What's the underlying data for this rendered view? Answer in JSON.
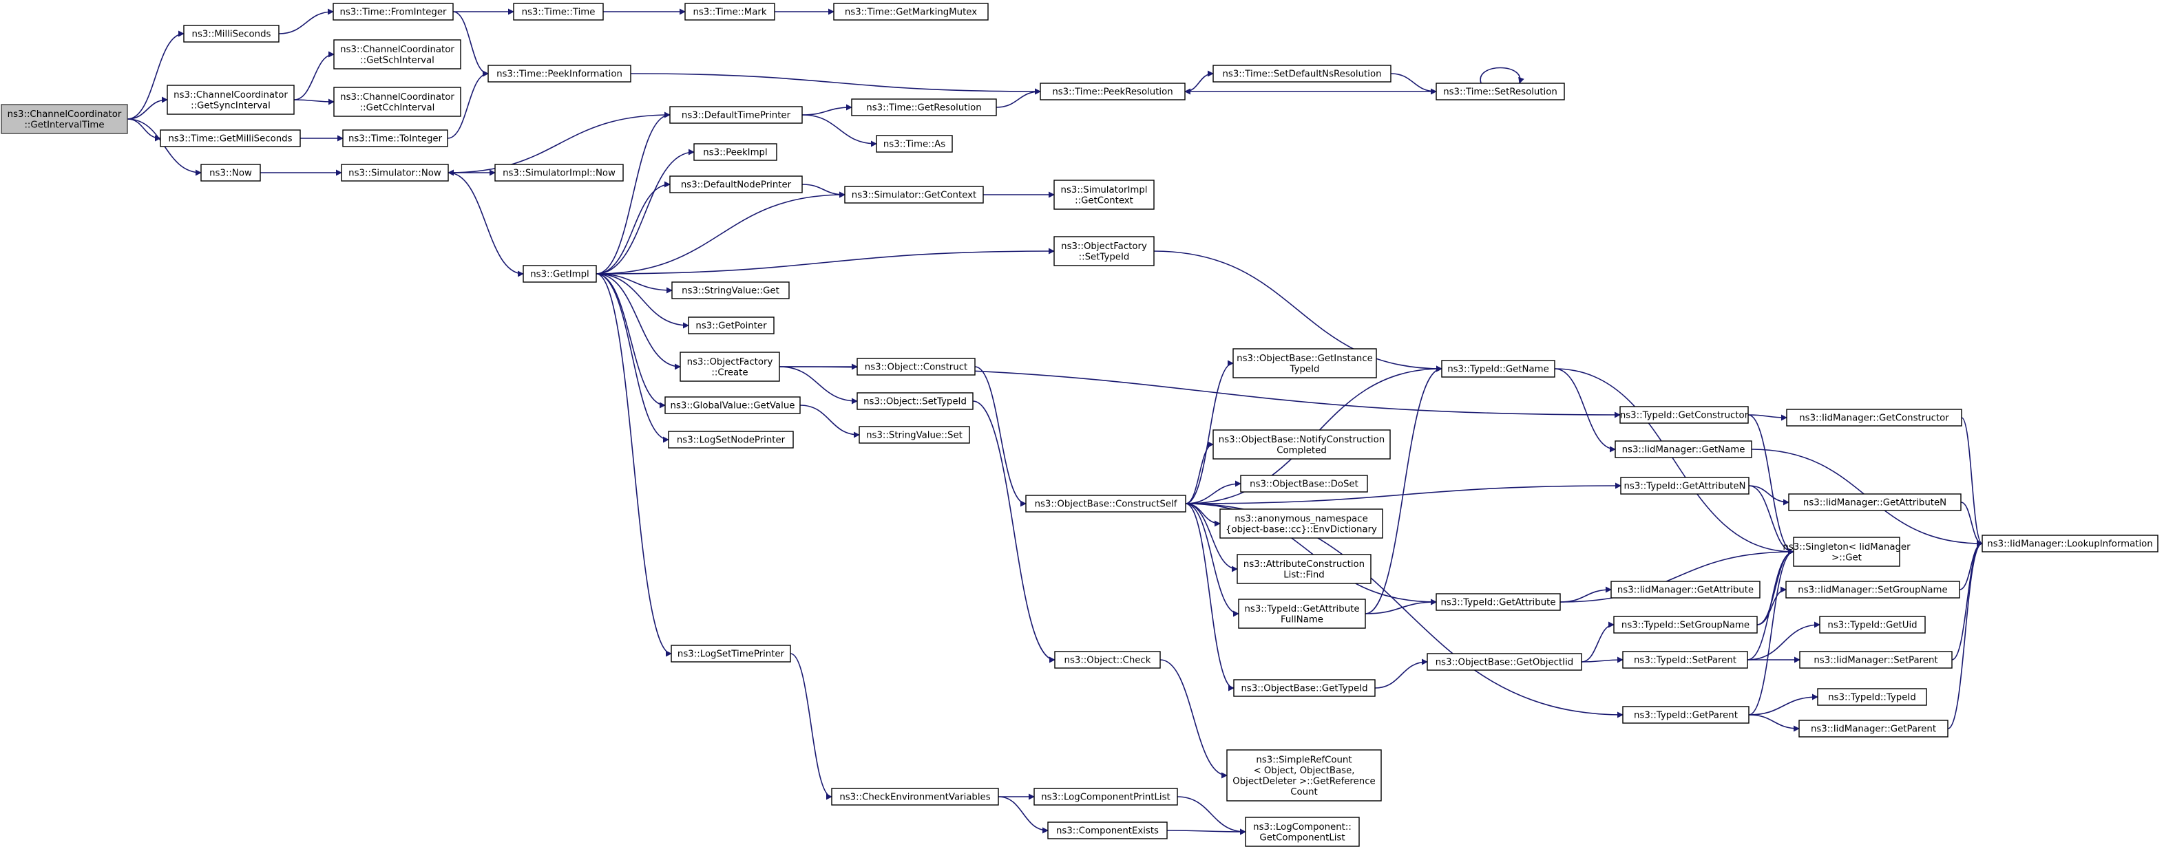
{
  "colors": {
    "edge": "#191970",
    "node_border": "#000000",
    "root_fill": "#c0c0c0",
    "node_fill": "#ffffff"
  },
  "nodes": {
    "root": [
      "ns3::ChannelCoordinator",
      "::GetIntervalTime"
    ],
    "milliSeconds": [
      "ns3::MilliSeconds"
    ],
    "getSyncInterval": [
      "ns3::ChannelCoordinator",
      "::GetSyncInterval"
    ],
    "timeGetMilliSeconds": [
      "ns3::Time::GetMilliSeconds"
    ],
    "now": [
      "ns3::Now"
    ],
    "fromInteger": [
      "ns3::Time::FromInteger"
    ],
    "getSchInterval": [
      "ns3::ChannelCoordinator",
      "::GetSchInterval"
    ],
    "getCchInterval": [
      "ns3::ChannelCoordinator",
      "::GetCchInterval"
    ],
    "toInteger": [
      "ns3::Time::ToInteger"
    ],
    "simulatorNow": [
      "ns3::Simulator::Now"
    ],
    "timeTime": [
      "ns3::Time::Time"
    ],
    "peekInformation": [
      "ns3::Time::PeekInformation"
    ],
    "simulatorImplNow": [
      "ns3::SimulatorImpl::Now"
    ],
    "getImpl": [
      "ns3::GetImpl"
    ],
    "timeMark": [
      "ns3::Time::Mark"
    ],
    "getMarkingMutex": [
      "ns3::Time::GetMarkingMutex"
    ],
    "defaultTimePrinter": [
      "ns3::DefaultTimePrinter"
    ],
    "peekImpl": [
      "ns3::PeekImpl"
    ],
    "defaultNodePrinter": [
      "ns3::DefaultNodePrinter"
    ],
    "stringValueGet": [
      "ns3::StringValue::Get"
    ],
    "getPointer": [
      "ns3::GetPointer"
    ],
    "objectFactoryCreate": [
      "ns3::ObjectFactory",
      "::Create"
    ],
    "globalValueGetValue": [
      "ns3::GlobalValue::GetValue"
    ],
    "logSetNodePrinter": [
      "ns3::LogSetNodePrinter"
    ],
    "logSetTimePrinter": [
      "ns3::LogSetTimePrinter"
    ],
    "timeGetResolution": [
      "ns3::Time::GetResolution"
    ],
    "timeAs": [
      "ns3::Time::As"
    ],
    "simulatorGetContext": [
      "ns3::Simulator::GetContext"
    ],
    "objectConstruct": [
      "ns3::Object::Construct"
    ],
    "objectSetTypeId": [
      "ns3::Object::SetTypeId"
    ],
    "stringValueSet": [
      "ns3::StringValue::Set"
    ],
    "checkEnvironmentVariables": [
      "ns3::CheckEnvironmentVariables"
    ],
    "peekResolution": [
      "ns3::Time::PeekResolution"
    ],
    "simulatorImplGetContext": [
      "ns3::SimulatorImpl",
      "::GetContext"
    ],
    "objectFactorySetTypeId": [
      "ns3::ObjectFactory",
      "::SetTypeId"
    ],
    "constructSelf": [
      "ns3::ObjectBase::ConstructSelf"
    ],
    "objectCheck": [
      "ns3::Object::Check"
    ],
    "logComponentPrintList": [
      "ns3::LogComponentPrintList"
    ],
    "componentExists": [
      "ns3::ComponentExists"
    ],
    "setDefaultNsResolution": [
      "ns3::Time::SetDefaultNsResolution"
    ],
    "setResolution": [
      "ns3::Time::SetResolution"
    ],
    "getInstanceTypeId": [
      "ns3::ObjectBase::GetInstance",
      "TypeId"
    ],
    "notifyConstructionCompleted": [
      "ns3::ObjectBase::NotifyConstruction",
      "Completed"
    ],
    "doSet": [
      "ns3::ObjectBase::DoSet"
    ],
    "envDictionary": [
      "ns3::anonymous_namespace",
      "{object-base::cc}::EnvDictionary"
    ],
    "attributeConstructionListFind": [
      "ns3::AttributeConstruction",
      "List::Find"
    ],
    "getAttributeFullName": [
      "ns3::TypeId::GetAttribute",
      "FullName"
    ],
    "objectBaseGetTypeId": [
      "ns3::ObjectBase::GetTypeId"
    ],
    "simpleRefCount": [
      "ns3::SimpleRefCount",
      "< Object, ObjectBase,",
      "ObjectDeleter >::GetReference",
      "Count"
    ],
    "getComponentList": [
      "ns3::LogComponent::",
      "GetComponentList"
    ],
    "typeIdGetName": [
      "ns3::TypeId::GetName"
    ],
    "typeIdGetAttribute": [
      "ns3::TypeId::GetAttribute"
    ],
    "getObjectIid": [
      "ns3::ObjectBase::GetObjectIid"
    ],
    "typeIdGetConstructor": [
      "ns3::TypeId::GetConstructor"
    ],
    "iidManagerGetName": [
      "ns3::IidManager::GetName"
    ],
    "typeIdGetAttributeN": [
      "ns3::TypeId::GetAttributeN"
    ],
    "iidManagerGetAttribute": [
      "ns3::IidManager::GetAttribute"
    ],
    "typeIdSetGroupName": [
      "ns3::TypeId::SetGroupName"
    ],
    "typeIdSetParent": [
      "ns3::TypeId::SetParent"
    ],
    "typeIdGetParent": [
      "ns3::TypeId::GetParent"
    ],
    "iidManagerGetConstructor": [
      "ns3::IidManager::GetConstructor"
    ],
    "iidManagerGetAttributeN": [
      "ns3::IidManager::GetAttributeN"
    ],
    "singletonGet": [
      "ns3::Singleton< IidManager",
      ">::Get"
    ],
    "iidManagerSetGroupName": [
      "ns3::IidManager::SetGroupName"
    ],
    "typeIdGetUid": [
      "ns3::TypeId::GetUid"
    ],
    "iidManagerSetParent": [
      "ns3::IidManager::SetParent"
    ],
    "typeIdTypeId": [
      "ns3::TypeId::TypeId"
    ],
    "iidManagerGetParent": [
      "ns3::IidManager::GetParent"
    ],
    "lookupInformation": [
      "ns3::IidManager::LookupInformation"
    ]
  }
}
